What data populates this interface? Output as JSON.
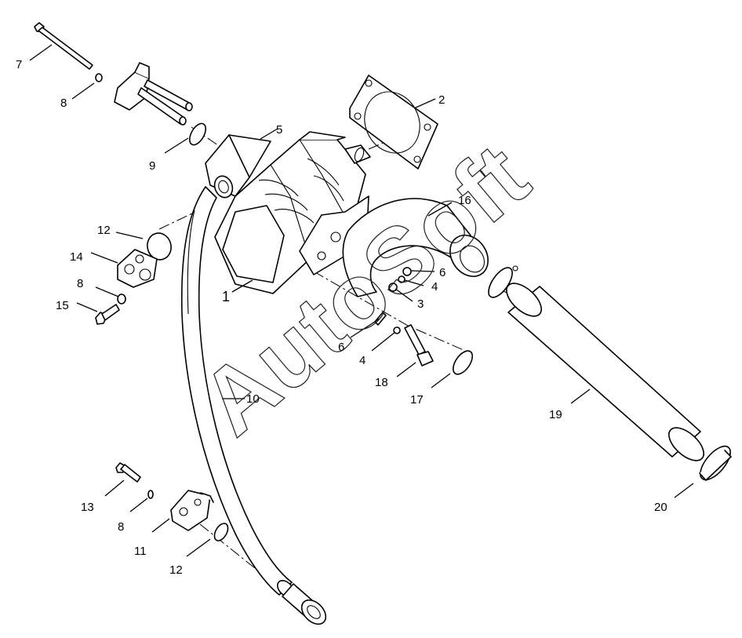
{
  "watermark": "AutoSoft",
  "callouts": {
    "c1": "1",
    "c2": "2",
    "c3": "3",
    "c4a": "4",
    "c4b": "4",
    "c5": "5",
    "c6a": "6",
    "c6b": "6",
    "c7": "7",
    "c8a": "8",
    "c8b": "8",
    "c8c": "8",
    "c9": "9",
    "c10": "10",
    "c11": "11",
    "c12a": "12",
    "c12b": "12",
    "c13": "13",
    "c14": "14",
    "c15": "15",
    "c16": "16",
    "c17": "17",
    "c18": "18",
    "c19": "19",
    "c20": "20"
  }
}
